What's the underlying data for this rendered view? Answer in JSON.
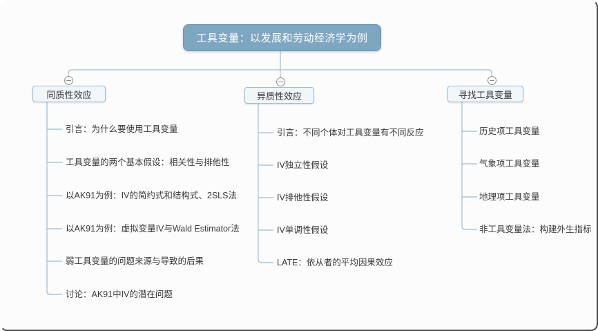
{
  "root": {
    "label": "工具变量：以发展和劳动经济学为例"
  },
  "branches": [
    {
      "label": "同质性效应",
      "children": [
        "引言：为什么要使用工具变量",
        "工具变量的两个基本假设：相关性与排他性",
        "以AK91为例：IV的简约式和结构式、2SLS法",
        "以AK91为例：虚拟变量IV与Wald Estimator法",
        "弱工具变量的问题来源与导致的后果",
        "讨论：AK91中IV的潜在问题"
      ]
    },
    {
      "label": "异质性效应",
      "children": [
        "引言：不同个体对工具变量有不同反应",
        "IV独立性假设",
        "IV排他性假设",
        "IV单调性假设",
        "LATE：依从者的平均因果效应"
      ]
    },
    {
      "label": "寻找工具变量",
      "children": [
        "历史项工具变量",
        "气象项工具变量",
        "地理项工具变量",
        "非工具变量法：构建外生指标"
      ]
    }
  ],
  "colors": {
    "root_fill": "#7fa6c1",
    "root_border": "#6b97b5",
    "node_fill": "#f0f6fa",
    "node_border": "#9dbad2",
    "connector": "#a9c5da",
    "text": "#383838",
    "frame_border": "#4b4b4b"
  }
}
